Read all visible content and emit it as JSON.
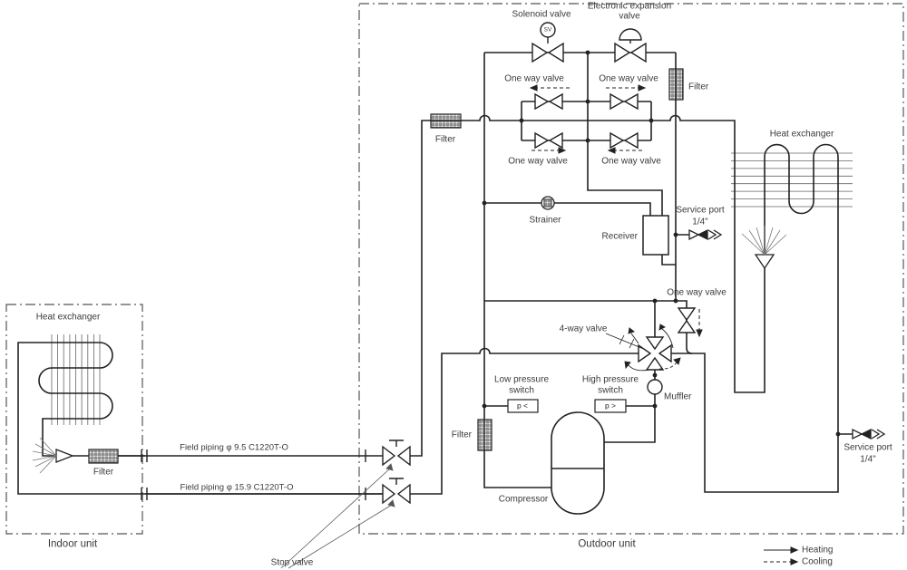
{
  "units": {
    "indoor": "Indoor unit",
    "outdoor": "Outdoor unit"
  },
  "components": {
    "solenoid_valve": "Solenoid valve",
    "solenoid_symbol": "SV",
    "electronic_expansion_valve_line1": "Electronic expansion",
    "electronic_expansion_valve_line2": "valve",
    "one_way_valve": "One way valve",
    "filter": "Filter",
    "heat_exchanger": "Heat exchanger",
    "strainer": "Strainer",
    "receiver": "Receiver",
    "four_way_valve": "4-way valve",
    "low_pressure_line1": "Low pressure",
    "high_pressure_line1": "High pressure",
    "switch_word": "switch",
    "low_pressure_symbol": "p <",
    "high_pressure_symbol": "p >",
    "muffler": "Muffler",
    "compressor": "Compressor",
    "stop_valve": "Stop valve"
  },
  "service_port": {
    "name": "Service port",
    "size": "1/4\""
  },
  "field_piping": {
    "liquid": "Field piping φ 9.5 C1220T-O",
    "gas": "Field piping φ 15.9 C1220T-O"
  },
  "legend": {
    "heating": "Heating",
    "cooling": "Cooling"
  },
  "colors": {
    "line": "#222222",
    "text": "#3a3a3a",
    "background": "#ffffff"
  }
}
